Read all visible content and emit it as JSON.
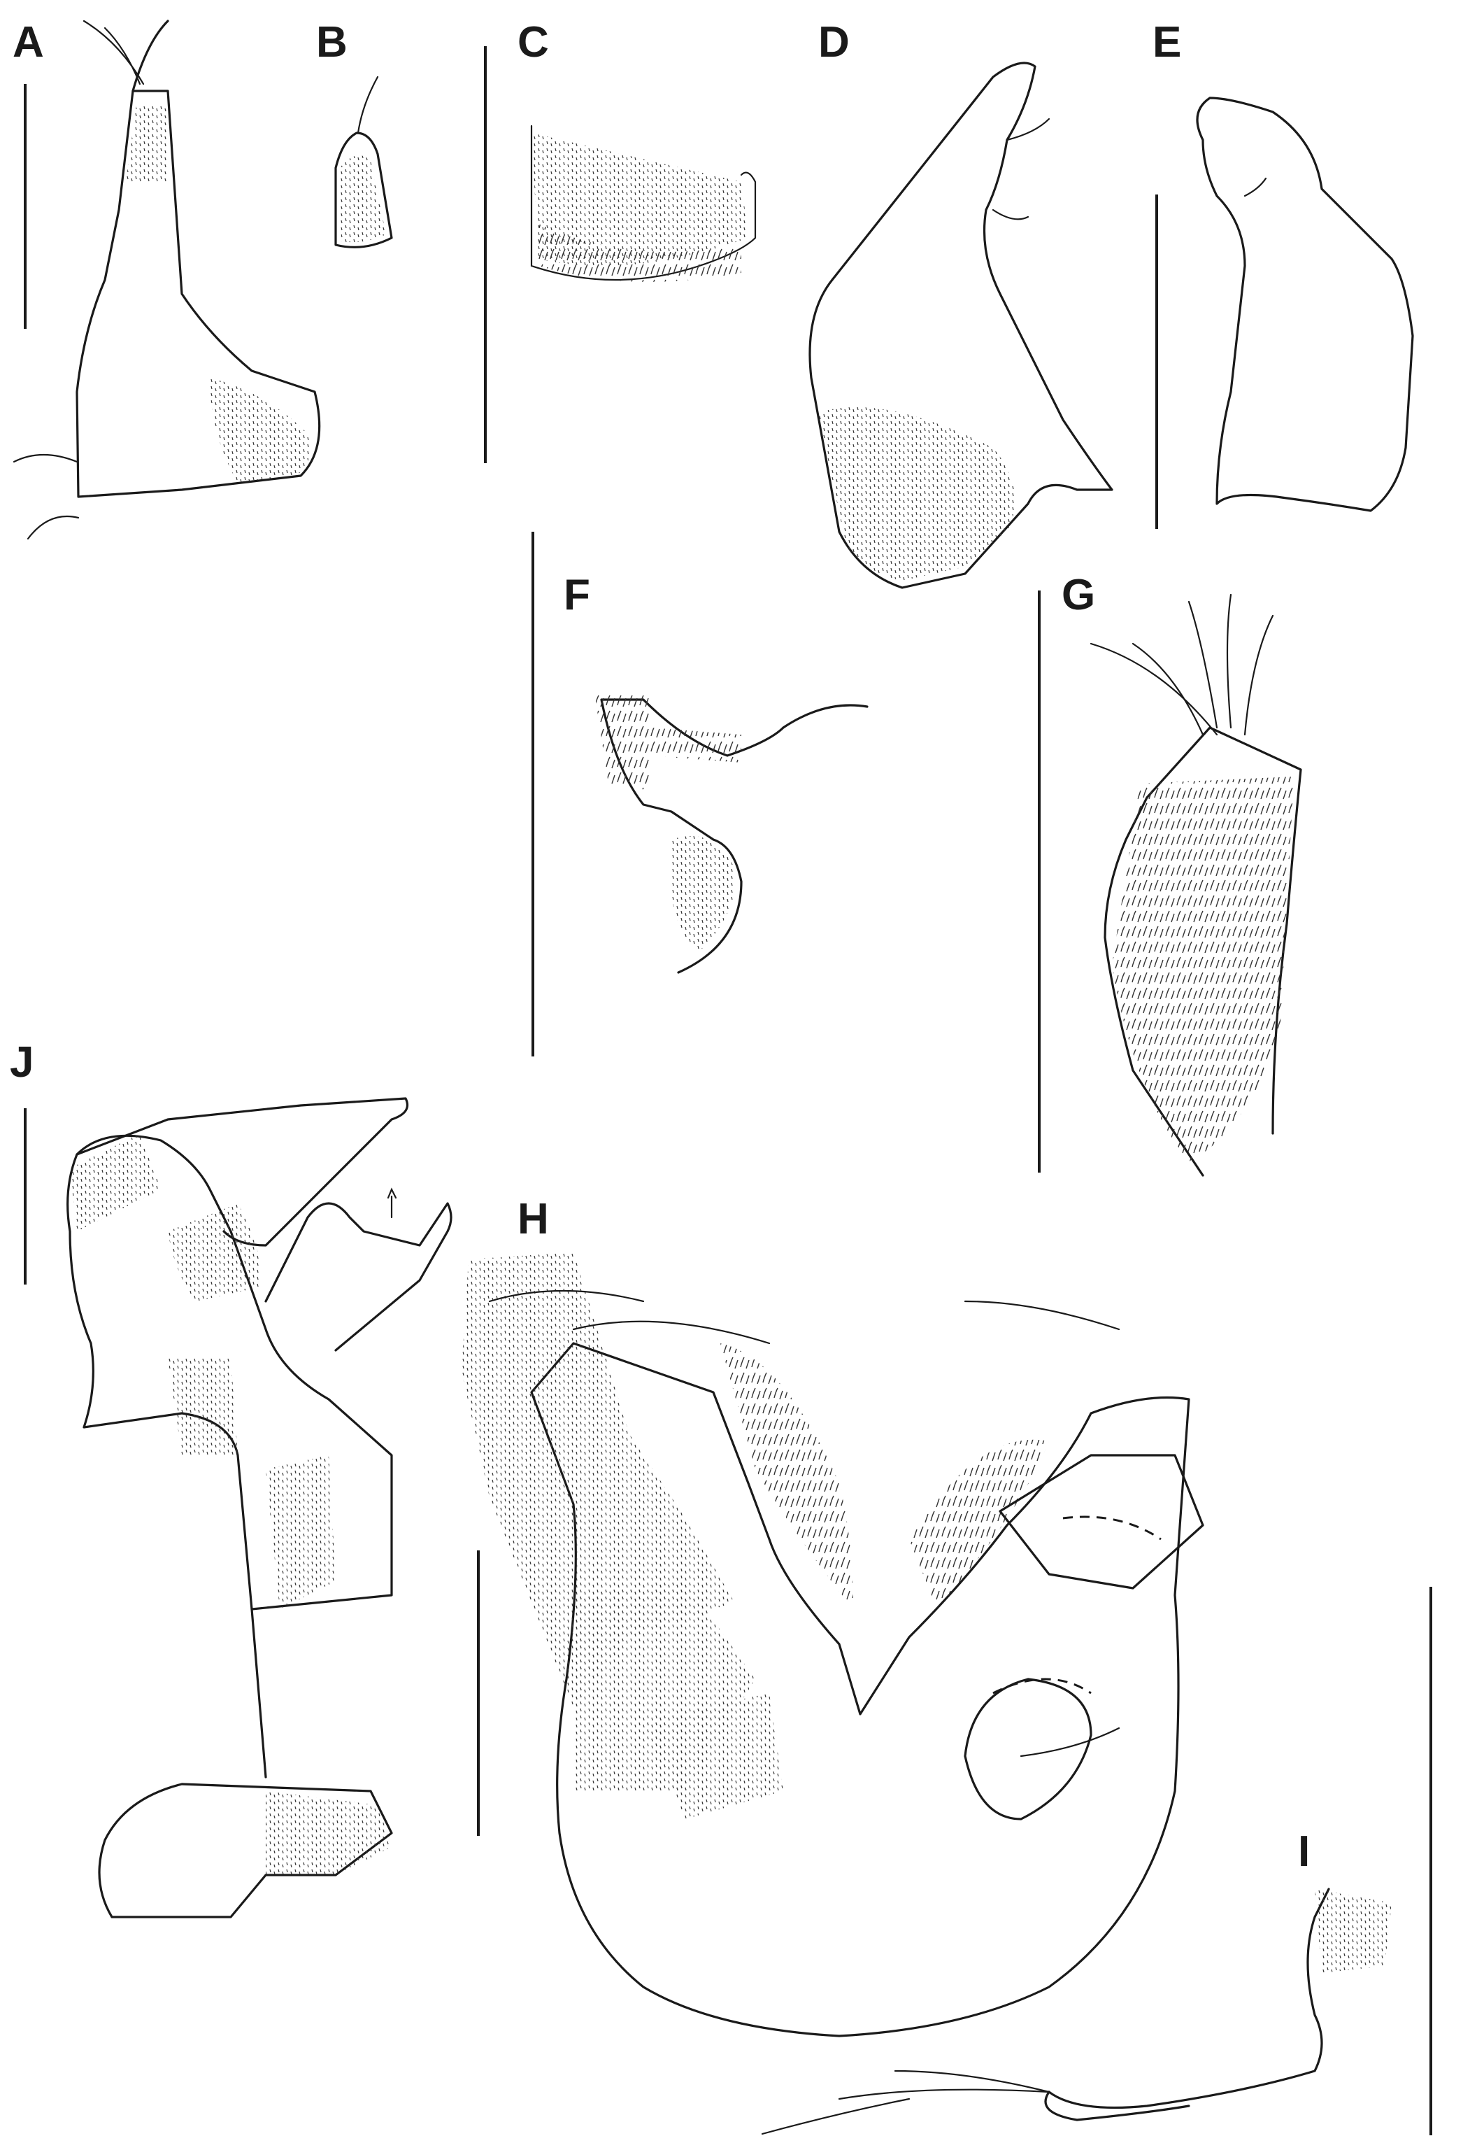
{
  "figure": {
    "panels": [
      {
        "key": "A",
        "label": "A"
      },
      {
        "key": "B",
        "label": "B"
      },
      {
        "key": "C",
        "label": "C"
      },
      {
        "key": "D",
        "label": "D"
      },
      {
        "key": "E",
        "label": "E"
      },
      {
        "key": "F",
        "label": "F"
      },
      {
        "key": "G",
        "label": "G"
      },
      {
        "key": "H",
        "label": "H"
      },
      {
        "key": "I",
        "label": "I"
      },
      {
        "key": "J",
        "label": "J"
      }
    ]
  }
}
